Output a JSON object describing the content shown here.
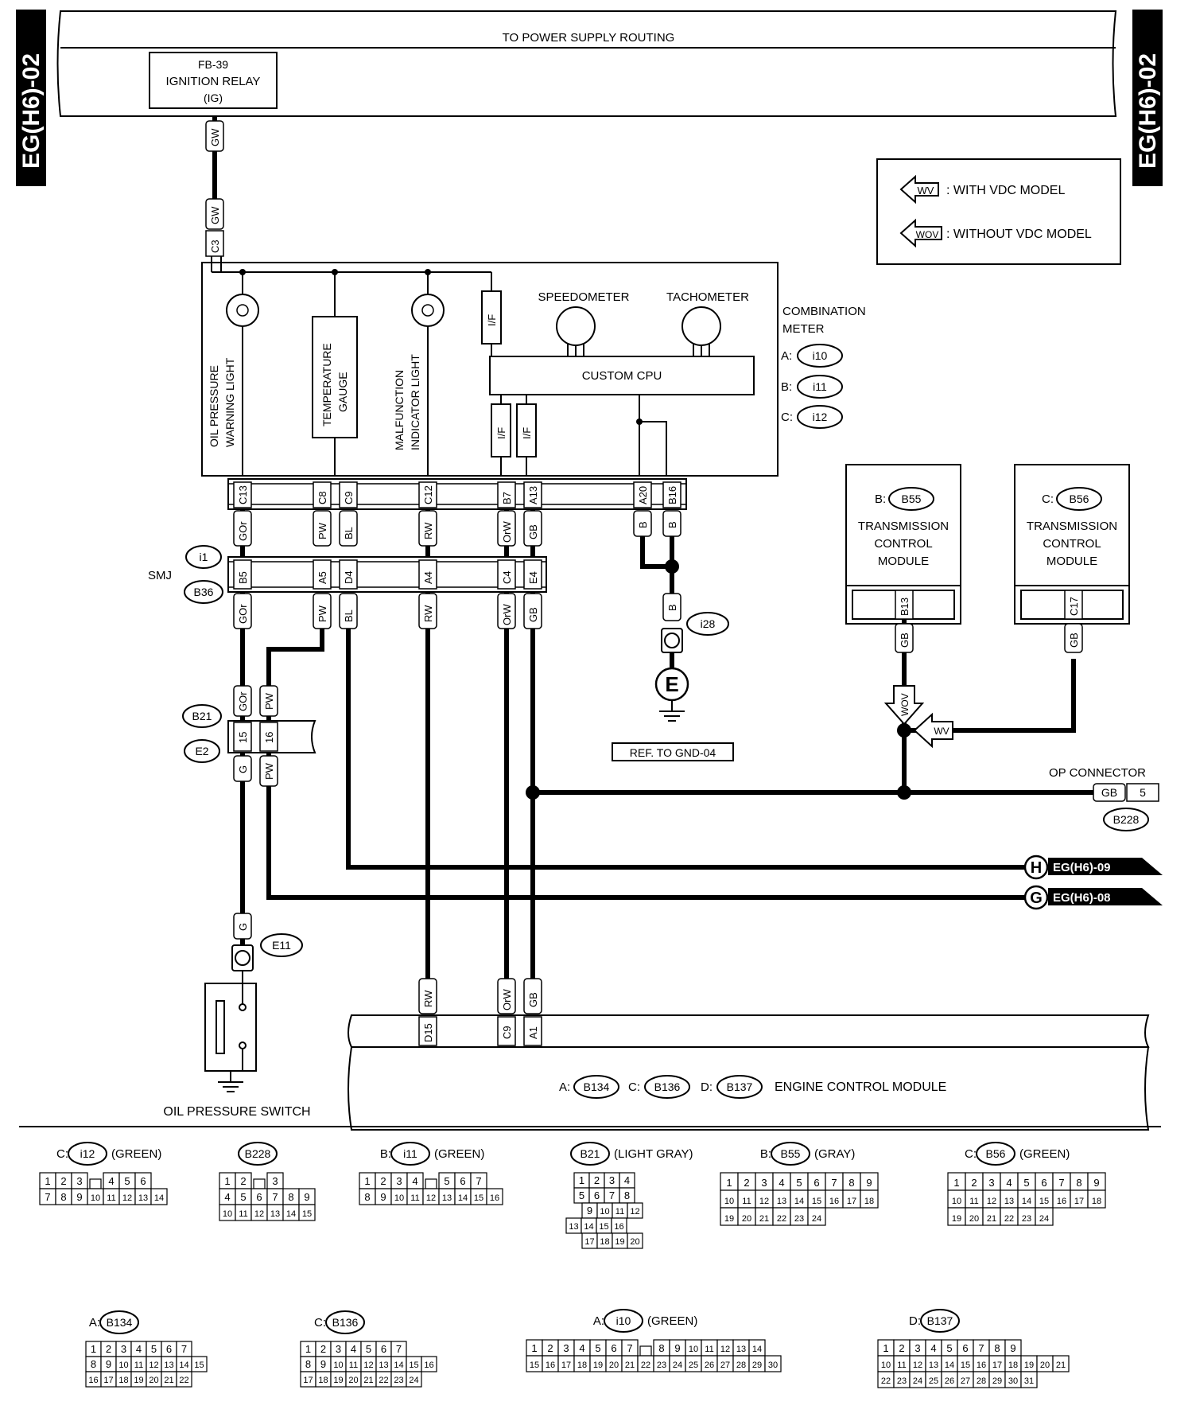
{
  "page_tag": "EG(H6)-02",
  "header": {
    "power_routing": "TO POWER SUPPLY ROUTING"
  },
  "ignition_relay": {
    "line1": "FB-39",
    "line2": "IGNITION RELAY",
    "line3": "(IG)"
  },
  "legend": {
    "wv_code": "WV",
    "wv_text": ": WITH VDC MODEL",
    "wov_code": "WOV",
    "wov_text": ": WITHOUT VDC MODEL"
  },
  "meter": {
    "title1": "COMBINATION",
    "title2": "METER",
    "refs": [
      {
        "prefix": "A:",
        "code": "i10"
      },
      {
        "prefix": "B:",
        "code": "i11"
      },
      {
        "prefix": "C:",
        "code": "i12"
      }
    ],
    "speedometer": "SPEEDOMETER",
    "tachometer": "TACHOMETER",
    "cpu": "CUSTOM CPU",
    "interface": "I/F",
    "oil_light": [
      "OIL PRESSURE",
      "WARNING LIGHT"
    ],
    "temp_gauge": [
      "TEMPERATURE",
      "GAUGE"
    ],
    "mil": [
      "MALFUNCTION",
      "INDICATOR LIGHT"
    ]
  },
  "tcm_b": {
    "prefix": "B:",
    "code": "B55",
    "line1": "TRANSMISSION",
    "line2": "CONTROL",
    "line3": "MODULE",
    "pin": "B13",
    "wire": "GB"
  },
  "tcm_c": {
    "prefix": "C:",
    "code": "B56",
    "line1": "TRANSMISSION",
    "line2": "CONTROL",
    "line3": "MODULE",
    "pin": "C17",
    "wire": "GB"
  },
  "smj": {
    "label": "SMJ",
    "code1": "i1",
    "code2": "B36"
  },
  "ground": {
    "code": "i28",
    "symbol": "E",
    "ref": "REF. TO GND-04"
  },
  "op_connector": {
    "label": "OP CONNECTOR",
    "wire": "GB",
    "pin": "5",
    "code": "B228"
  },
  "offpage": [
    {
      "letter": "H",
      "text": "EG(H6)-09"
    },
    {
      "letter": "G",
      "text": "EG(H6)-08"
    }
  ],
  "b21": {
    "code1": "B21",
    "code2": "E2"
  },
  "oil_switch": {
    "code": "E11",
    "label": "OIL PRESSURE SWITCH"
  },
  "ecm": {
    "refs": [
      {
        "prefix": "A:",
        "code": "B134"
      },
      {
        "prefix": "C:",
        "code": "B136"
      },
      {
        "prefix": "D:",
        "code": "B137"
      }
    ],
    "label": "ENGINE CONTROL MODULE"
  },
  "wiring": {
    "meter_pins": [
      "C3",
      "C13",
      "C8",
      "C9",
      "C12",
      "B7",
      "A13",
      "A20",
      "B16"
    ],
    "meter_wires": [
      "GW",
      "GW",
      "GOr",
      "PW",
      "BL",
      "RW",
      "OrW",
      "GB",
      "B",
      "B"
    ],
    "smj_pins": [
      "B5",
      "A5",
      "D4",
      "A4",
      "C4",
      "E4"
    ],
    "smj_wires": [
      "GOr",
      "PW",
      "BL",
      "RW",
      "OrW",
      "GB"
    ],
    "b21_pins": [
      "15",
      "16"
    ],
    "b21_wires_top": [
      "GOr",
      "PW"
    ],
    "b21_wires_bottom": [
      "G",
      "PW"
    ],
    "ground_wire": "B",
    "e11_wire": "G",
    "ecm_pins": [
      "D15",
      "C9",
      "A1"
    ],
    "ecm_wires": [
      "RW",
      "OrW",
      "GB"
    ]
  },
  "connector_views": [
    {
      "prefix": "C:",
      "code": "i12",
      "color": "(GREEN)",
      "rows": [
        [
          "1",
          "2",
          "3",
          "",
          "4",
          "5",
          "6"
        ],
        [
          "7",
          "8",
          "9",
          "10",
          "11",
          "12",
          "13",
          "14"
        ]
      ]
    },
    {
      "prefix": "",
      "code": "B228",
      "color": "",
      "rows": [
        [
          "1",
          "2",
          "",
          "3"
        ],
        [
          "4",
          "5",
          "6",
          "7",
          "8",
          "9"
        ],
        [
          "10",
          "11",
          "12",
          "13",
          "14",
          "15"
        ]
      ]
    },
    {
      "prefix": "B:",
      "code": "i11",
      "color": "(GREEN)",
      "rows": [
        [
          "1",
          "2",
          "3",
          "4",
          "",
          "5",
          "6",
          "7"
        ],
        [
          "8",
          "9",
          "10",
          "11",
          "12",
          "13",
          "14",
          "15",
          "16"
        ]
      ]
    },
    {
      "prefix": "",
      "code": "B21",
      "color": "(LIGHT GRAY)",
      "rows": [
        [
          "1",
          "2",
          "3",
          "4"
        ],
        [
          "5",
          "6",
          "7",
          "8"
        ],
        [
          "9",
          "10",
          "11",
          "12"
        ],
        [
          "13",
          "14",
          "15",
          "16"
        ],
        [
          "17",
          "18",
          "19",
          "20"
        ]
      ]
    },
    {
      "prefix": "B:",
      "code": "B55",
      "color": "(GRAY)",
      "rows": [
        [
          "1",
          "2",
          "3",
          "4",
          "5",
          "6",
          "7",
          "8",
          "9"
        ],
        [
          "10",
          "11",
          "12",
          "13",
          "14",
          "15",
          "16",
          "17",
          "18"
        ],
        [
          "19",
          "20",
          "21",
          "22",
          "23",
          "24"
        ]
      ]
    },
    {
      "prefix": "C:",
      "code": "B56",
      "color": "(GREEN)",
      "rows": [
        [
          "1",
          "2",
          "3",
          "4",
          "5",
          "6",
          "7",
          "8",
          "9"
        ],
        [
          "10",
          "11",
          "12",
          "13",
          "14",
          "15",
          "16",
          "17",
          "18"
        ],
        [
          "19",
          "20",
          "21",
          "22",
          "23",
          "24"
        ]
      ]
    },
    {
      "prefix": "A:",
      "code": "B134",
      "color": "",
      "rows": [
        [
          "1",
          "2",
          "3",
          "4",
          "5",
          "6",
          "7"
        ],
        [
          "8",
          "9",
          "10",
          "11",
          "12",
          "13",
          "14",
          "15"
        ],
        [
          "16",
          "17",
          "18",
          "19",
          "20",
          "21",
          "22"
        ]
      ]
    },
    {
      "prefix": "C:",
      "code": "B136",
      "color": "",
      "rows": [
        [
          "1",
          "2",
          "3",
          "4",
          "5",
          "6",
          "7"
        ],
        [
          "8",
          "9",
          "10",
          "11",
          "12",
          "13",
          "14",
          "15",
          "16"
        ],
        [
          "17",
          "18",
          "19",
          "20",
          "21",
          "22",
          "23",
          "24"
        ]
      ]
    },
    {
      "prefix": "A:",
      "code": "i10",
      "color": "(GREEN)",
      "rows": [
        [
          "1",
          "2",
          "3",
          "4",
          "5",
          "6",
          "7",
          "",
          "8",
          "9",
          "10",
          "11",
          "12",
          "13",
          "14"
        ],
        [
          "15",
          "16",
          "17",
          "18",
          "19",
          "20",
          "21",
          "22",
          "23",
          "24",
          "25",
          "26",
          "27",
          "28",
          "29",
          "30"
        ]
      ]
    },
    {
      "prefix": "D:",
      "code": "B137",
      "color": "",
      "rows": [
        [
          "1",
          "2",
          "3",
          "4",
          "5",
          "6",
          "7",
          "8",
          "9"
        ],
        [
          "10",
          "11",
          "12",
          "13",
          "14",
          "15",
          "16",
          "17",
          "18",
          "19",
          "20",
          "21"
        ],
        [
          "22",
          "23",
          "24",
          "25",
          "26",
          "27",
          "28",
          "29",
          "30",
          "31"
        ]
      ]
    }
  ]
}
